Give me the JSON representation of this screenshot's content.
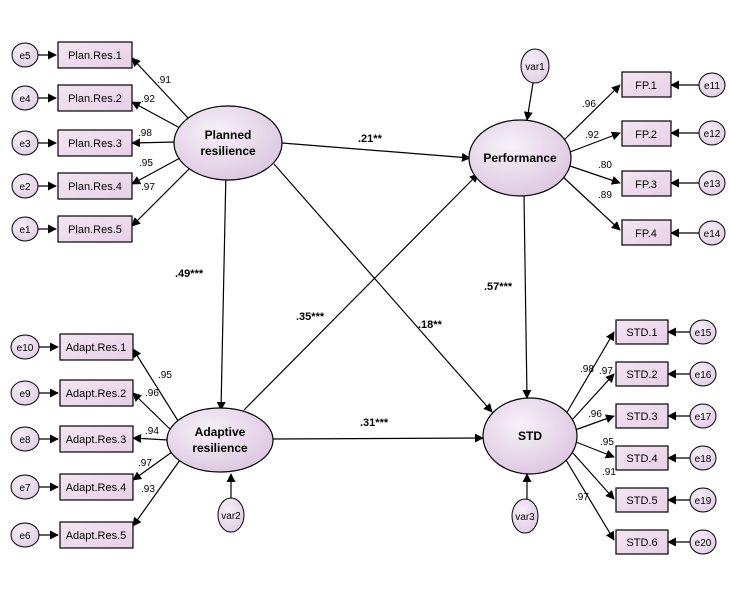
{
  "latents": {
    "planned": [
      "Planned",
      "resilience"
    ],
    "adaptive": [
      "Adaptive",
      "resilience"
    ],
    "performance": [
      "Performance"
    ],
    "std": [
      "STD"
    ]
  },
  "planned_indicators": [
    {
      "label": "Plan.Res.1",
      "loading": ".91",
      "error": "e5"
    },
    {
      "label": "Plan.Res.2",
      "loading": ".92",
      "error": "e4"
    },
    {
      "label": "Plan.Res.3",
      "loading": ".98",
      "error": "e3"
    },
    {
      "label": "Plan.Res.4",
      "loading": ".95",
      "error": "e2"
    },
    {
      "label": "Plan.Res.5",
      "loading": ".97",
      "error": "e1"
    }
  ],
  "adaptive_indicators": [
    {
      "label": "Adapt.Res.1",
      "loading": ".95",
      "error": "e10"
    },
    {
      "label": "Adapt.Res.2",
      "loading": ".96",
      "error": "e9"
    },
    {
      "label": "Adapt.Res.3",
      "loading": ".94",
      "error": "e8"
    },
    {
      "label": "Adapt.Res.4",
      "loading": ".97",
      "error": "e7"
    },
    {
      "label": "Adapt.Res.5",
      "loading": ".93",
      "error": "e6"
    }
  ],
  "performance_indicators": [
    {
      "label": "FP.1",
      "loading": ".96",
      "error": "e11"
    },
    {
      "label": "FP.2",
      "loading": ".92",
      "error": "e12"
    },
    {
      "label": "FP.3",
      "loading": ".80",
      "error": "e13"
    },
    {
      "label": "FP.4",
      "loading": ".89",
      "error": "e14"
    }
  ],
  "std_indicators": [
    {
      "label": "STD.1",
      "loading": ".98",
      "error": "e15"
    },
    {
      "label": "STD.2",
      "loading": ".97",
      "error": "e16"
    },
    {
      "label": "STD.3",
      "loading": ".96",
      "error": "e17"
    },
    {
      "label": "STD.4",
      "loading": ".95",
      "error": "e18"
    },
    {
      "label": "STD.5",
      "loading": ".91",
      "error": "e19"
    },
    {
      "label": "STD.6",
      "loading": ".97",
      "error": "e20"
    }
  ],
  "structural_paths": {
    "planned_to_performance": ".21**",
    "planned_to_adaptive": ".49***",
    "adaptive_to_performance": ".35***",
    "planned_to_std": ".18**",
    "performance_to_std": ".57***",
    "adaptive_to_std": ".31***"
  },
  "disturbances": {
    "performance": "var1",
    "adaptive": "var2",
    "std": "var3"
  },
  "colors": {
    "latent_light": "#f6eef8",
    "latent_dark": "#dcc6e0",
    "box_fill": "#efd9ee",
    "error_fill": "#ecdcef"
  }
}
